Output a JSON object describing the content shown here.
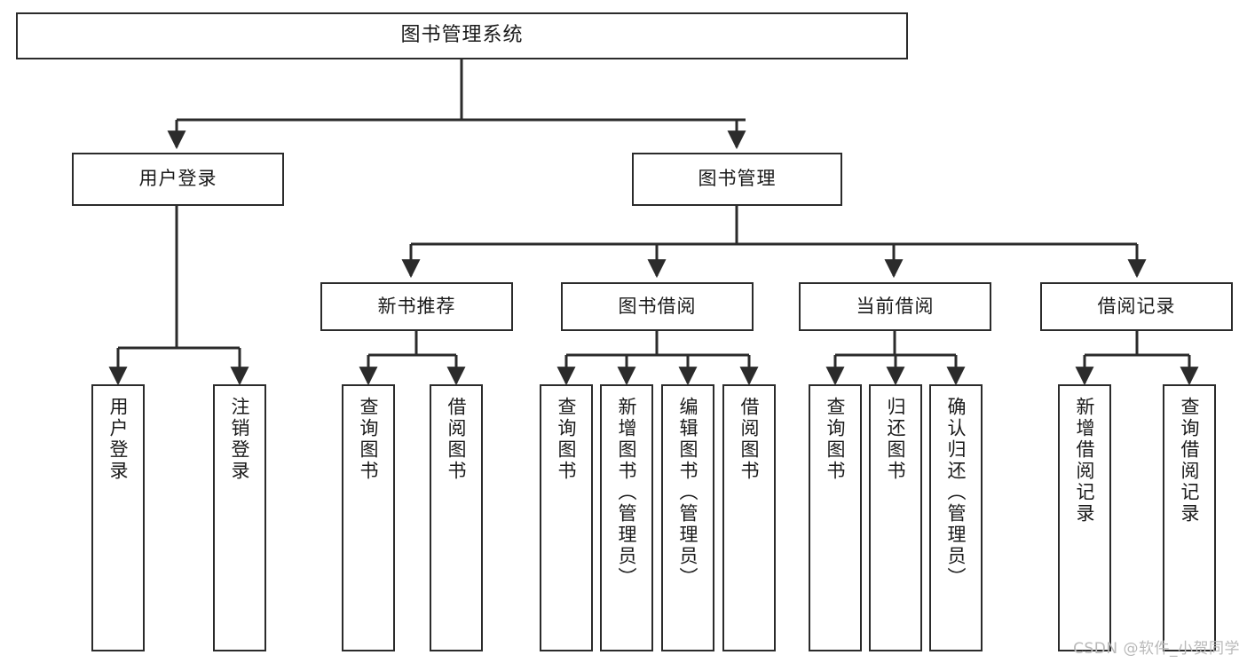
{
  "diagram": {
    "type": "tree-hierarchy",
    "title": "图书管理系统",
    "watermark": "CSDN @软件_小贺同学",
    "colors": {
      "box_border": "#2b2b2b",
      "box_fill": "#ffffff",
      "edge": "#2b2b2b",
      "text": "#1a1a1a",
      "watermark": "#b9b9b9"
    },
    "levels": {
      "root": "图书管理系统",
      "level2": [
        "用户登录",
        "图书管理"
      ],
      "level3": [
        "新书推荐",
        "图书借阅",
        "当前借阅",
        "借阅记录"
      ]
    },
    "nodes": {
      "root": "图书管理系统",
      "user_login": "用户登录",
      "book_manage": "图书管理",
      "new_book_rec": "新书推荐",
      "book_borrow": "图书借阅",
      "current_borrow": "当前借阅",
      "borrow_record": "借阅记录",
      "leaf_user_login": "用户登录",
      "leaf_logout": "注销登录",
      "leaf_query_book_1": "查询图书",
      "leaf_borrow_book_1": "借阅图书",
      "leaf_query_book_2": "查询图书",
      "leaf_add_book_admin": "新增图书（管理员）",
      "leaf_edit_book_admin": "编辑图书（管理员）",
      "leaf_borrow_book_2": "借阅图书",
      "leaf_query_book_3": "查询图书",
      "leaf_return_book": "归还图书",
      "leaf_confirm_return_admin": "确认归还（管理员）",
      "leaf_add_record": "新增借阅记录",
      "leaf_query_record": "查询借阅记录"
    }
  }
}
